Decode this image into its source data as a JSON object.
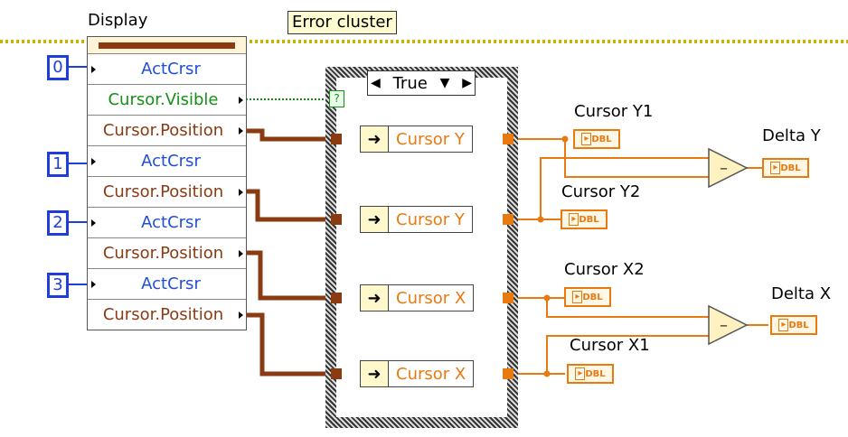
{
  "display_label": "Display",
  "error_cluster_label": "Error cluster",
  "case_selector": "True",
  "constants": [
    "0",
    "1",
    "2",
    "3"
  ],
  "property_node": {
    "rows": [
      {
        "text": "ActCrsr",
        "color": "#1f4fd8"
      },
      {
        "text": "Cursor.Visible",
        "color": "#158f15"
      },
      {
        "text": "Cursor.Position",
        "color": "#8a3b12"
      },
      {
        "text": "ActCrsr",
        "color": "#1f4fd8"
      },
      {
        "text": "Cursor.Position",
        "color": "#8a3b12"
      },
      {
        "text": "ActCrsr",
        "color": "#1f4fd8"
      },
      {
        "text": "Cursor.Position",
        "color": "#8a3b12"
      },
      {
        "text": "ActCrsr",
        "color": "#1f4fd8"
      },
      {
        "text": "Cursor.Position",
        "color": "#8a3b12"
      }
    ]
  },
  "unbundles": [
    "Cursor Y",
    "Cursor Y",
    "Cursor X",
    "Cursor X"
  ],
  "indicators": {
    "cursor_y1": "Cursor Y1",
    "cursor_y2": "Cursor Y2",
    "cursor_x2": "Cursor X2",
    "cursor_x1": "Cursor X1",
    "delta_y": "Delta Y",
    "delta_x": "Delta X",
    "type": "DBL"
  },
  "boolean_terminal": "?",
  "colors": {
    "numeric_wire": "#e87a10",
    "cluster_wire": "#8a3b12",
    "boolean_wire": "#158f15",
    "constant": "#1f3dd8",
    "error_wire": "#c8b400"
  }
}
